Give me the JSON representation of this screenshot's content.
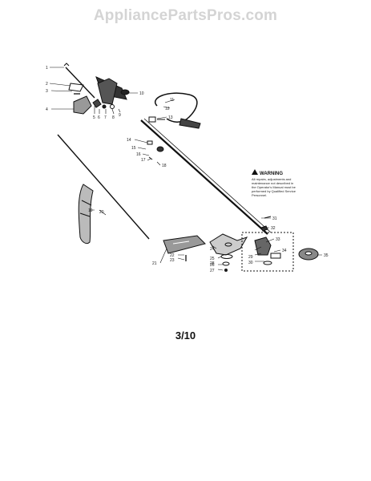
{
  "watermark": "AppliancePartsPros.com",
  "page_number": "3/10",
  "warning": {
    "title": "WARNING",
    "lines": [
      "All repairs, adjustments and",
      "maintenance not described in",
      "the Operator's Manual must be",
      "performed by Qualified Service",
      "Personnel."
    ]
  },
  "callouts": [
    "1",
    "2",
    "3",
    "4",
    "5",
    "6",
    "7",
    "8",
    "9",
    "10",
    "11",
    "12",
    "13",
    "14",
    "15",
    "16",
    "17",
    "18",
    "19",
    "20",
    "21",
    "22",
    "23",
    "24",
    "25",
    "26",
    "27",
    "28",
    "29",
    "30",
    "31",
    "32",
    "33",
    "34",
    "35"
  ]
}
